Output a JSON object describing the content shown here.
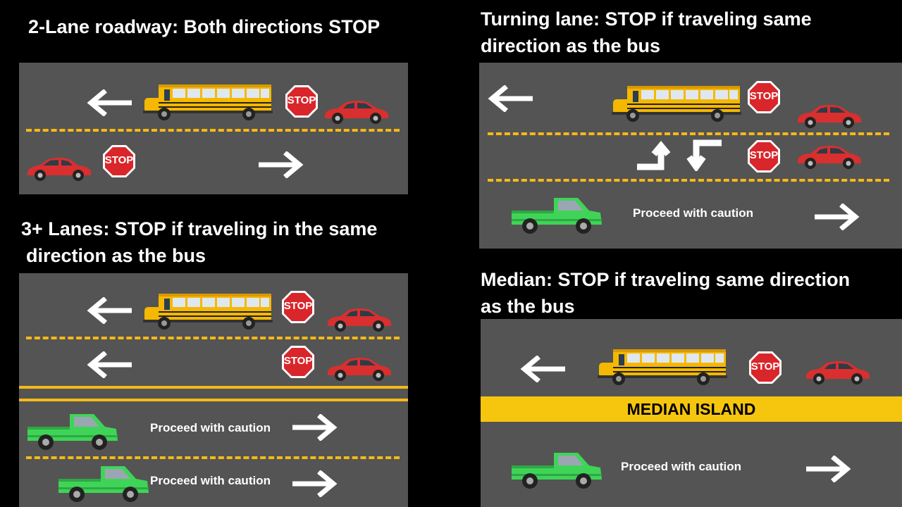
{
  "panels": {
    "two_lane": {
      "title": "2-Lane roadway: Both directions STOP"
    },
    "three_lane": {
      "title_line1": "3+ Lanes: STOP if traveling in the same",
      "title_line2": "direction as the bus"
    },
    "turning": {
      "title_line1": "Turning lane: STOP if traveling same",
      "title_line2": "direction as the bus"
    },
    "median": {
      "title_line1": "Median: STOP if traveling same direction",
      "title_line2": "as the bus",
      "island_label": "MEDIAN ISLAND"
    }
  },
  "labels": {
    "stop_sign": "STOP",
    "bus_stop": "STOP",
    "proceed": "Proceed with caution"
  },
  "colors": {
    "road": "#545454",
    "lane_line": "#f6b915",
    "median": "#f6c60f",
    "stop_sign": "#d9262b",
    "bus": "#f5b800",
    "car": "#d92f2f",
    "truck": "#3fd457"
  },
  "icons": [
    "school-bus-icon",
    "stop-sign-icon",
    "red-car-icon",
    "green-pickup-truck-icon",
    "arrow-left-icon",
    "arrow-right-icon",
    "turn-arrow-icon"
  ]
}
